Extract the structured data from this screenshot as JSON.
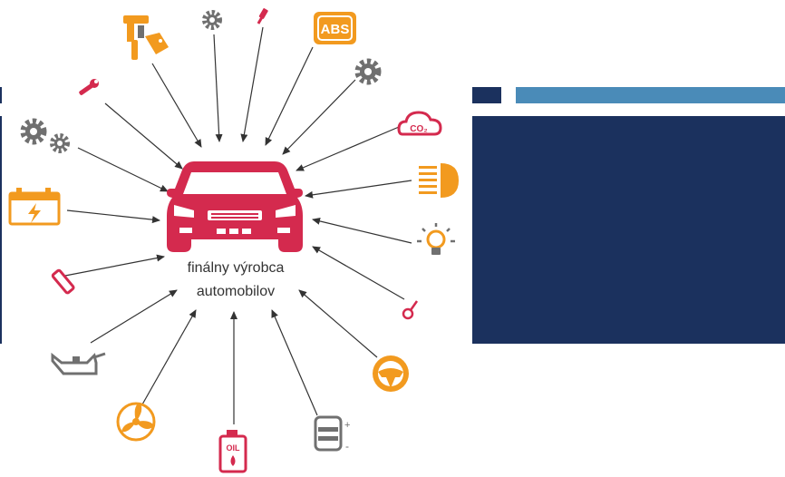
{
  "center": {
    "caption_line1": "finálny výrobca",
    "caption_line2": "automobilov",
    "icon": "car-icon"
  },
  "badges": {
    "abs": "ABS",
    "co2": "CO₂",
    "oil": "OIL",
    "battery_plus": "+",
    "battery_minus": "-"
  },
  "components": [
    {
      "icon": "spray-gun-icon"
    },
    {
      "icon": "small-gear-icon"
    },
    {
      "icon": "spark-plug-icon"
    },
    {
      "icon": "abs-icon"
    },
    {
      "icon": "gear-icon"
    },
    {
      "icon": "wrench-icon"
    },
    {
      "icon": "co2-cloud-icon"
    },
    {
      "icon": "gears-icon"
    },
    {
      "icon": "headlight-icon"
    },
    {
      "icon": "car-battery-icon"
    },
    {
      "icon": "light-bulb-icon"
    },
    {
      "icon": "fuse-icon"
    },
    {
      "icon": "valve-icon"
    },
    {
      "icon": "oil-can-icon"
    },
    {
      "icon": "steering-wheel-icon"
    },
    {
      "icon": "fan-icon"
    },
    {
      "icon": "oil-canister-icon"
    },
    {
      "icon": "battery-cell-icon"
    }
  ],
  "colors": {
    "orange": "#F29A1F",
    "gray": "#707070",
    "red": "#D42A4E",
    "navy": "#1B315E",
    "steel_blue": "#4A8BB8"
  }
}
